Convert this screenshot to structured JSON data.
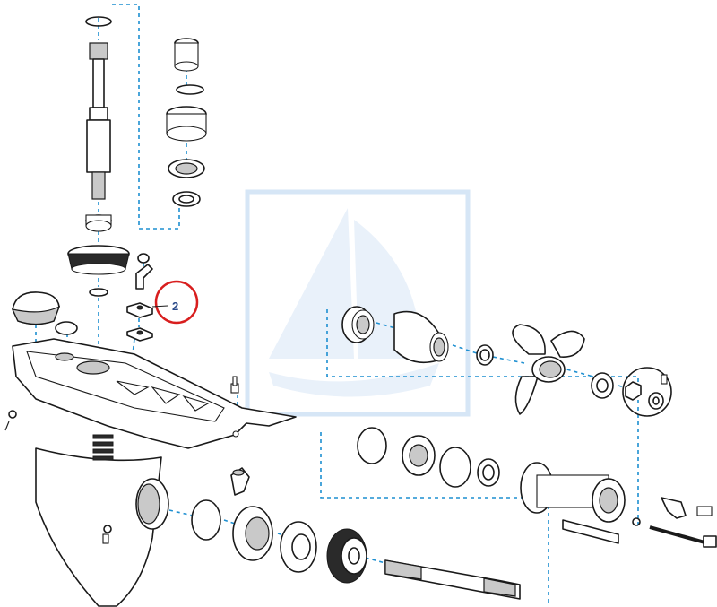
{
  "diagram": {
    "type": "exploded-parts-view",
    "highlight_color": "#d81e1e",
    "guide_color": "#1d8fd1",
    "callouts": [
      {
        "label": "2",
        "target": "shim-block"
      }
    ]
  }
}
